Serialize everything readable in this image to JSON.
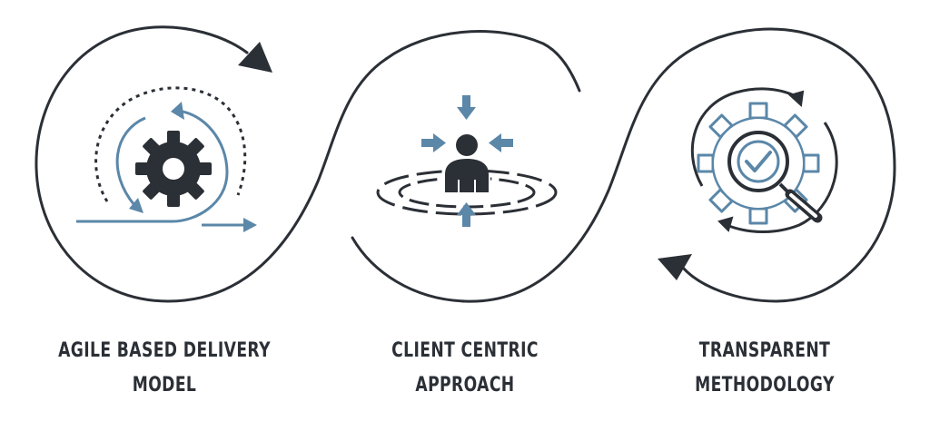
{
  "colors": {
    "dark": "#2b2f36",
    "accent": "#5b87a8"
  },
  "steps": [
    {
      "line1": "AGILE BASED DELIVERY",
      "line2": "MODEL",
      "icon": "agile-gear-cycle-icon"
    },
    {
      "line1": "CLIENT CENTRIC",
      "line2": "APPROACH",
      "icon": "client-centric-person-icon"
    },
    {
      "line1": "TRANSPARENT",
      "line2": "METHODOLOGY",
      "icon": "gear-magnifier-check-icon"
    }
  ]
}
